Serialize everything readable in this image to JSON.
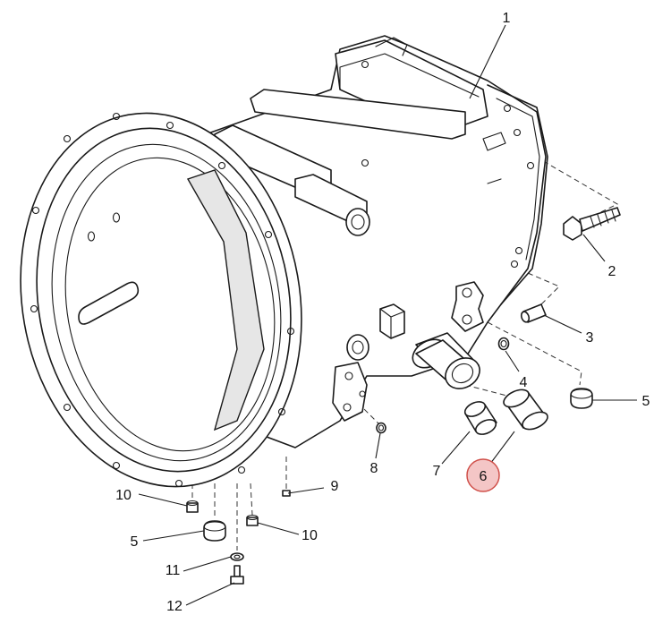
{
  "diagram": {
    "highlight_color": "#f4c6c6",
    "highlight_stroke": "#d0504a",
    "callouts": [
      {
        "id": "c1",
        "label": "1"
      },
      {
        "id": "c2",
        "label": "2"
      },
      {
        "id": "c3",
        "label": "3"
      },
      {
        "id": "c4",
        "label": "4"
      },
      {
        "id": "c5a",
        "label": "5"
      },
      {
        "id": "c5b",
        "label": "5"
      },
      {
        "id": "c6",
        "label": "6"
      },
      {
        "id": "c7",
        "label": "7"
      },
      {
        "id": "c8",
        "label": "8"
      },
      {
        "id": "c9",
        "label": "9"
      },
      {
        "id": "c10a",
        "label": "10"
      },
      {
        "id": "c10b",
        "label": "10"
      },
      {
        "id": "c11",
        "label": "11"
      },
      {
        "id": "c12",
        "label": "12"
      }
    ]
  }
}
